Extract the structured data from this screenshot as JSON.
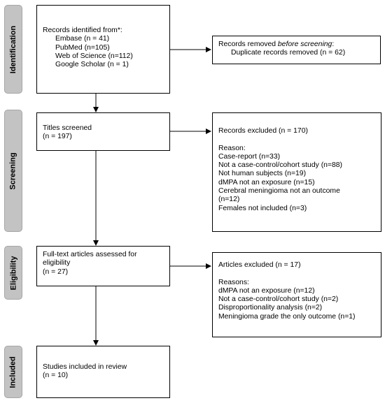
{
  "phases": {
    "identification": "Identification",
    "screening": "Screening",
    "eligibility": "Eligibility",
    "included": "Included"
  },
  "identified": {
    "heading": "Records identified from*:",
    "sources": [
      "Embase (n = 41)",
      "PubMed (n=105)",
      "Web of Science (n=112)",
      "Google Scholar (n = 1)"
    ]
  },
  "removed": {
    "prefix": "Records removed ",
    "emphasis": "before screening",
    "suffix": ":",
    "detail": "Duplicate records removed (n = 62)"
  },
  "screened": {
    "line1": "Titles screened",
    "line2": "(n = 197)"
  },
  "excluded_records": {
    "heading": "Records excluded (n = 170)",
    "reason_label": "Reason:",
    "reasons": [
      "Case-report (n=33)",
      "Not a case-control/cohort study (n=88)",
      "Not human subjects (n=19)",
      "dMPA not an exposure (n=15)",
      "Cerebral meningioma not an outcome",
      "(n=12)",
      "Females not included (n=3)"
    ]
  },
  "assessed": {
    "line1": "Full-text articles assessed for",
    "line2": "eligibility",
    "line3": "(n = 27)"
  },
  "excluded_articles": {
    "heading": "Articles excluded (n = 17)",
    "reason_label": "Reasons:",
    "reasons": [
      "dMPA not an exposure (n=12)",
      "Not a case-control/cohort study (n=2)",
      "Disproportionality analysis (n=2)",
      "Meningioma grade the only outcome (n=1)"
    ]
  },
  "included_box": {
    "line1": "Studies included in review",
    "line2": "(n = 10)"
  }
}
